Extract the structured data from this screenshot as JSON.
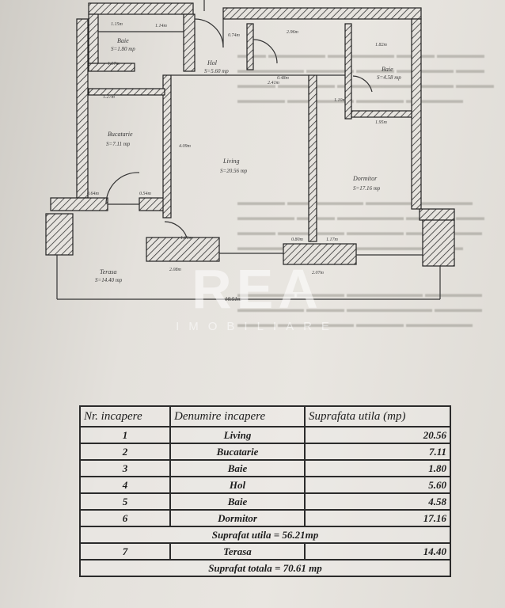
{
  "plan": {
    "rooms": [
      {
        "name": "Baie",
        "area": "S=1.80 mp"
      },
      {
        "name": "Hol",
        "area": "S=5.60 mp"
      },
      {
        "name": "Baie",
        "area": "S=4.58 mp"
      },
      {
        "name": "Bucatarie",
        "area": "S=7.11 mp"
      },
      {
        "name": "Living",
        "area": "S=20.56 mp"
      },
      {
        "name": "Dormitor",
        "area": "S=17.16 mp"
      },
      {
        "name": "Terasa",
        "area": "S=14.40 mp"
      }
    ],
    "dimensions": [
      "1.15m",
      "1.14m",
      "0.74m",
      "2.96m",
      "1.82m",
      "1.57m",
      "1.27m",
      "2.41m",
      "0.48m",
      "0.64m",
      "0.54m",
      "1.01m",
      "0.80m",
      "1.17m",
      "2.08m",
      "2.07m",
      "10.51m",
      "1.95m",
      "4.09m",
      "1.10m"
    ]
  },
  "watermark": {
    "logo": "REA",
    "sub": "IMOBILIARE"
  },
  "table": {
    "headers": [
      "Nr. incapere",
      "Denumire incapere",
      "Suprafata utila (mp)"
    ],
    "rows": [
      {
        "nr": "1",
        "name": "Living",
        "area": "20.56"
      },
      {
        "nr": "2",
        "name": "Bucatarie",
        "area": "7.11"
      },
      {
        "nr": "3",
        "name": "Baie",
        "area": "1.80"
      },
      {
        "nr": "4",
        "name": "Hol",
        "area": "5.60"
      },
      {
        "nr": "5",
        "name": "Baie",
        "area": "4.58"
      },
      {
        "nr": "6",
        "name": "Dormitor",
        "area": "17.16"
      }
    ],
    "subtotal": "Suprafat utila = 56.21mp",
    "terrace": {
      "nr": "7",
      "name": "Terasa",
      "area": "14.40"
    },
    "total": "Suprafat totala = 70.61 mp"
  }
}
